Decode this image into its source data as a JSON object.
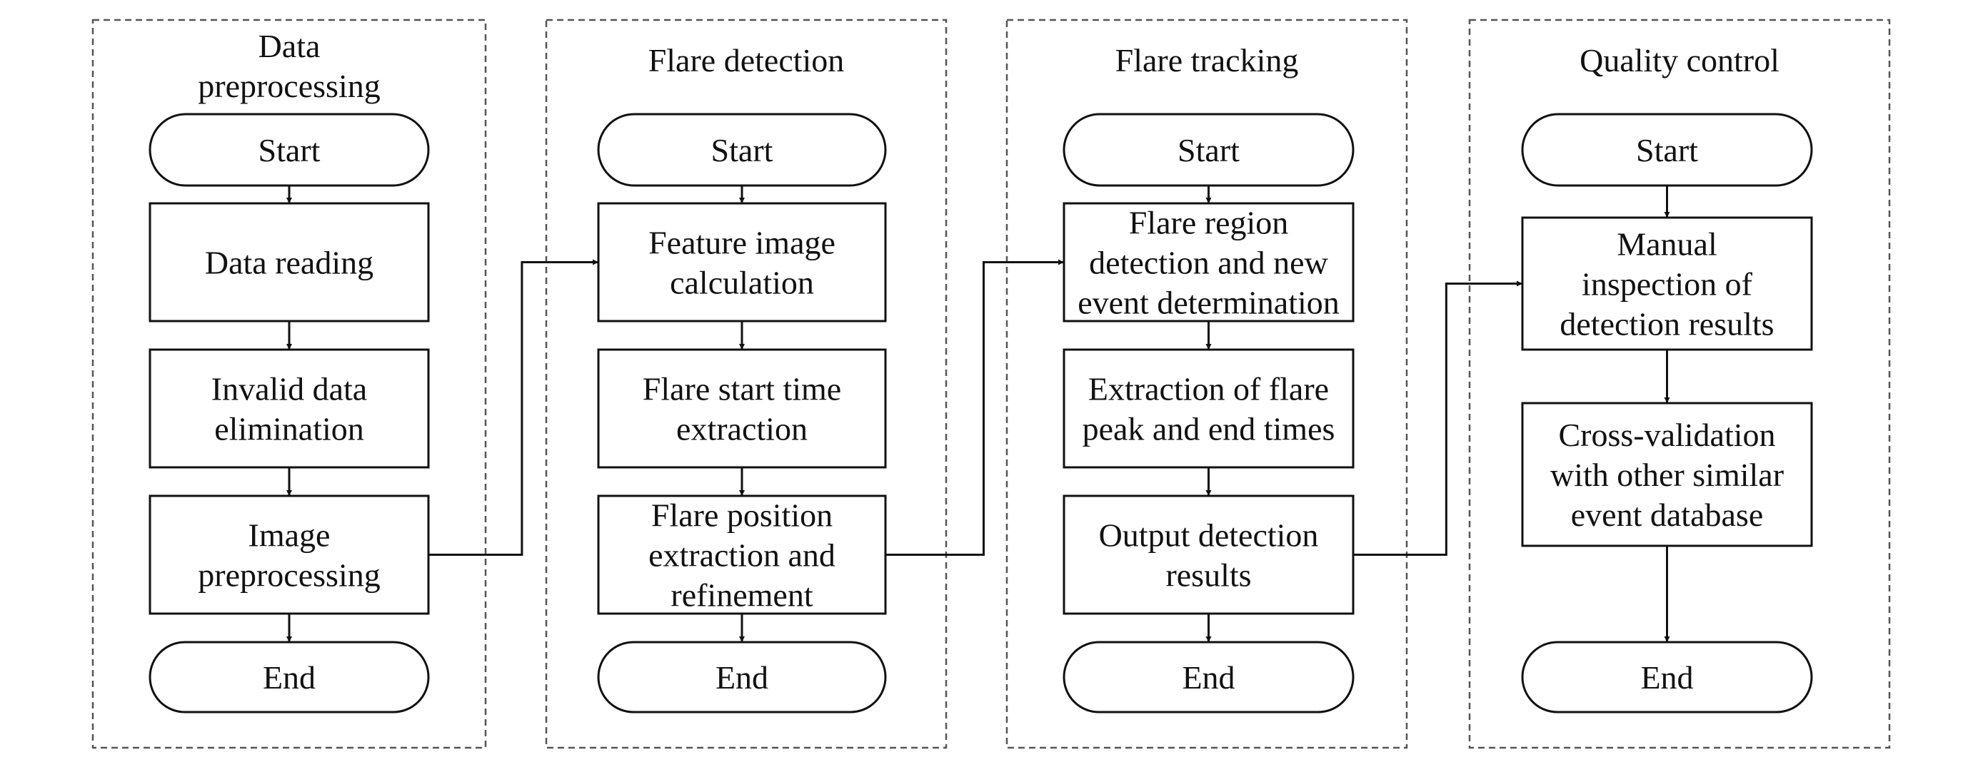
{
  "groups": [
    {
      "id": "data-preprocessing",
      "title": [
        "Data",
        "preprocessing"
      ],
      "nodes": [
        {
          "id": "start",
          "shape": "terminal",
          "lines": [
            "Start"
          ]
        },
        {
          "id": "data-reading",
          "shape": "process",
          "lines": [
            "Data reading"
          ]
        },
        {
          "id": "invalid-data-elimination",
          "shape": "process",
          "lines": [
            "Invalid data",
            "elimination"
          ]
        },
        {
          "id": "image-preprocessing",
          "shape": "process",
          "lines": [
            "Image",
            "preprocessing"
          ]
        },
        {
          "id": "end",
          "shape": "terminal",
          "lines": [
            "End"
          ]
        }
      ]
    },
    {
      "id": "flare-detection",
      "title": [
        "Flare detection"
      ],
      "nodes": [
        {
          "id": "start",
          "shape": "terminal",
          "lines": [
            "Start"
          ]
        },
        {
          "id": "feature-image-calculation",
          "shape": "process",
          "lines": [
            "Feature image",
            "calculation"
          ]
        },
        {
          "id": "flare-start-time-extraction",
          "shape": "process",
          "lines": [
            "Flare start time",
            "extraction"
          ]
        },
        {
          "id": "flare-position-extraction",
          "shape": "process",
          "lines": [
            "Flare position",
            "extraction and",
            "refinement"
          ]
        },
        {
          "id": "end",
          "shape": "terminal",
          "lines": [
            "End"
          ]
        }
      ]
    },
    {
      "id": "flare-tracking",
      "title": [
        "Flare tracking"
      ],
      "nodes": [
        {
          "id": "start",
          "shape": "terminal",
          "lines": [
            "Start"
          ]
        },
        {
          "id": "flare-region-detection",
          "shape": "process",
          "lines": [
            "Flare region",
            "detection and new",
            "event determination"
          ]
        },
        {
          "id": "peak-end-times-extraction",
          "shape": "process",
          "lines": [
            "Extraction of flare",
            "peak and end times"
          ]
        },
        {
          "id": "output-detection-results",
          "shape": "process",
          "lines": [
            "Output detection",
            "results"
          ]
        },
        {
          "id": "end",
          "shape": "terminal",
          "lines": [
            "End"
          ]
        }
      ]
    },
    {
      "id": "quality-control",
      "title": [
        "Quality control"
      ],
      "nodes": [
        {
          "id": "start",
          "shape": "terminal",
          "lines": [
            "Start"
          ]
        },
        {
          "id": "manual-inspection",
          "shape": "process",
          "lines": [
            "Manual",
            "inspection of",
            "detection results"
          ]
        },
        {
          "id": "cross-validation",
          "shape": "process",
          "lines": [
            "Cross-validation",
            "with other similar",
            "event database"
          ]
        },
        {
          "id": "end",
          "shape": "terminal",
          "lines": [
            "End"
          ]
        }
      ]
    }
  ],
  "edges": [
    {
      "from": "data-preprocessing.start",
      "to": "data-preprocessing.data-reading"
    },
    {
      "from": "data-preprocessing.data-reading",
      "to": "data-preprocessing.invalid-data-elimination"
    },
    {
      "from": "data-preprocessing.invalid-data-elimination",
      "to": "data-preprocessing.image-preprocessing"
    },
    {
      "from": "data-preprocessing.image-preprocessing",
      "to": "data-preprocessing.end"
    },
    {
      "from": "data-preprocessing.image-preprocessing",
      "to": "flare-detection.feature-image-calculation"
    },
    {
      "from": "flare-detection.start",
      "to": "flare-detection.feature-image-calculation"
    },
    {
      "from": "flare-detection.feature-image-calculation",
      "to": "flare-detection.flare-start-time-extraction"
    },
    {
      "from": "flare-detection.flare-start-time-extraction",
      "to": "flare-detection.flare-position-extraction"
    },
    {
      "from": "flare-detection.flare-position-extraction",
      "to": "flare-detection.end"
    },
    {
      "from": "flare-detection.flare-position-extraction",
      "to": "flare-tracking.flare-region-detection"
    },
    {
      "from": "flare-tracking.start",
      "to": "flare-tracking.flare-region-detection"
    },
    {
      "from": "flare-tracking.flare-region-detection",
      "to": "flare-tracking.peak-end-times-extraction"
    },
    {
      "from": "flare-tracking.peak-end-times-extraction",
      "to": "flare-tracking.output-detection-results"
    },
    {
      "from": "flare-tracking.output-detection-results",
      "to": "flare-tracking.end"
    },
    {
      "from": "flare-tracking.output-detection-results",
      "to": "quality-control.manual-inspection"
    },
    {
      "from": "quality-control.start",
      "to": "quality-control.manual-inspection"
    },
    {
      "from": "quality-control.manual-inspection",
      "to": "quality-control.cross-validation"
    },
    {
      "from": "quality-control.cross-validation",
      "to": "quality-control.end"
    }
  ]
}
